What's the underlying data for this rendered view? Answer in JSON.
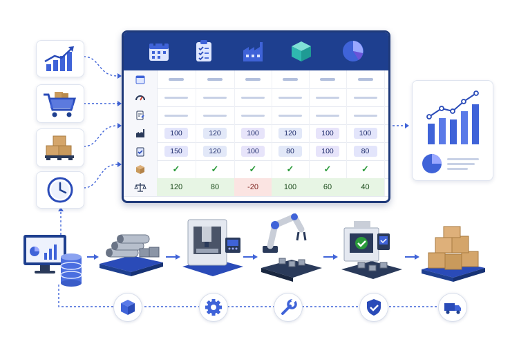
{
  "colors": {
    "navy": "#1e3f8f",
    "blue": "#3f63d8",
    "green_fill": "#e7f5e4",
    "red_fill": "#fbe4e2",
    "check": "#2a9a3a"
  },
  "left_cards": [
    {
      "name": "sales-trend",
      "icon": "bar-chart-trend-icon"
    },
    {
      "name": "shopping-demand",
      "icon": "shopping-cart-icon"
    },
    {
      "name": "inventory-stock",
      "icon": "stacked-boxes-icon"
    },
    {
      "name": "lead-time",
      "icon": "clock-icon"
    }
  ],
  "table": {
    "header_icons": [
      "calendar-icon",
      "checklist-icon",
      "factory-icon",
      "cube-icon",
      "pie-chart-icon"
    ],
    "row_icons": [
      "calendar-icon",
      "gauge-icon",
      "document-edit-icon",
      "factory-icon",
      "clipboard-check-icon",
      "box-icon",
      "scale-icon"
    ],
    "rows": [
      {
        "type": "dash",
        "cells": [
          "",
          "",
          "",
          "",
          "",
          ""
        ]
      },
      {
        "type": "dash-long",
        "cells": [
          "",
          "",
          "",
          "",
          "",
          ""
        ]
      },
      {
        "type": "dash-long",
        "cells": [
          "",
          "",
          "",
          "",
          "",
          ""
        ]
      },
      {
        "type": "pill",
        "cells": [
          "100",
          "120",
          "100",
          "120",
          "100",
          "100"
        ]
      },
      {
        "type": "pill",
        "cells": [
          "150",
          "120",
          "100",
          "80",
          "100",
          "80"
        ]
      },
      {
        "type": "check",
        "cells": [
          "✓",
          "✓",
          "✓",
          "✓",
          "✓",
          "✓"
        ]
      },
      {
        "type": "balance",
        "cells": [
          "120",
          "80",
          "-20",
          "100",
          "60",
          "40"
        ],
        "negative": [
          false,
          false,
          true,
          false,
          false,
          false
        ]
      }
    ]
  },
  "process_steps": [
    "raw-materials",
    "cnc-machining",
    "robotic-assembly",
    "quality-inspection",
    "finished-goods"
  ],
  "bottom_icons": [
    "cube-icon",
    "gear-icon",
    "wrench-icon",
    "shield-check-icon",
    "delivery-truck-icon"
  ]
}
